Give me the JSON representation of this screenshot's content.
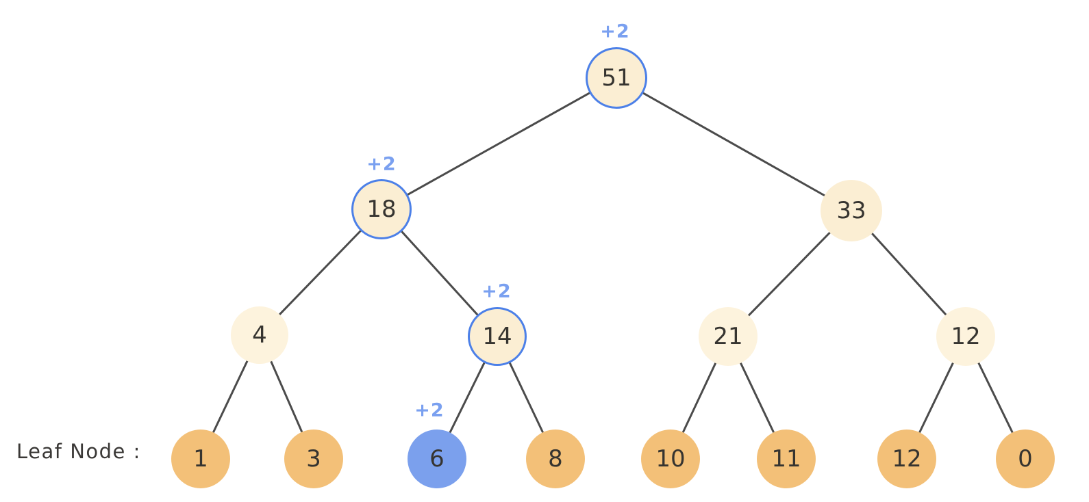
{
  "diagram": {
    "type": "segment-tree-with-lazy-propagation",
    "label": "Leaf Node :",
    "colors": {
      "background": "#ffffff",
      "edge": "#3c3c3c",
      "node_text": "#363430",
      "label_text": "#3a3836",
      "internal_fill": "#fbeed3",
      "internal_fill_light": "#fdf3dd",
      "leaf_fill": "#f3c078",
      "highlight_fill": "#7ba0ed",
      "highlight_border": "#4c80e8",
      "lazy_text": "#7aa0f0"
    },
    "nodes": {
      "root": {
        "value": "51",
        "lazy": "+2",
        "highlighted_border": true
      },
      "l18": {
        "value": "18",
        "lazy": "+2",
        "highlighted_border": true
      },
      "r33": {
        "value": "33"
      },
      "n4": {
        "value": "4"
      },
      "n14": {
        "value": "14",
        "lazy": "+2",
        "highlighted_border": true
      },
      "n21": {
        "value": "21"
      },
      "n12": {
        "value": "12"
      },
      "leaf_1": {
        "value": "1"
      },
      "leaf_3": {
        "value": "3"
      },
      "leaf_6": {
        "value": "6",
        "lazy": "+2",
        "highlighted_fill": true
      },
      "leaf_8": {
        "value": "8"
      },
      "leaf_10": {
        "value": "10"
      },
      "leaf_11": {
        "value": "11"
      },
      "leaf_12": {
        "value": "12"
      },
      "leaf_0": {
        "value": "0"
      }
    },
    "edges": [
      [
        "root",
        "l18"
      ],
      [
        "root",
        "r33"
      ],
      [
        "l18",
        "n4"
      ],
      [
        "l18",
        "n14"
      ],
      [
        "r33",
        "n21"
      ],
      [
        "r33",
        "n12"
      ],
      [
        "n4",
        "leaf_1"
      ],
      [
        "n4",
        "leaf_3"
      ],
      [
        "n14",
        "leaf_6"
      ],
      [
        "n14",
        "leaf_8"
      ],
      [
        "n21",
        "leaf_10"
      ],
      [
        "n21",
        "leaf_11"
      ],
      [
        "n12",
        "leaf_12"
      ],
      [
        "n12",
        "leaf_0"
      ]
    ]
  }
}
